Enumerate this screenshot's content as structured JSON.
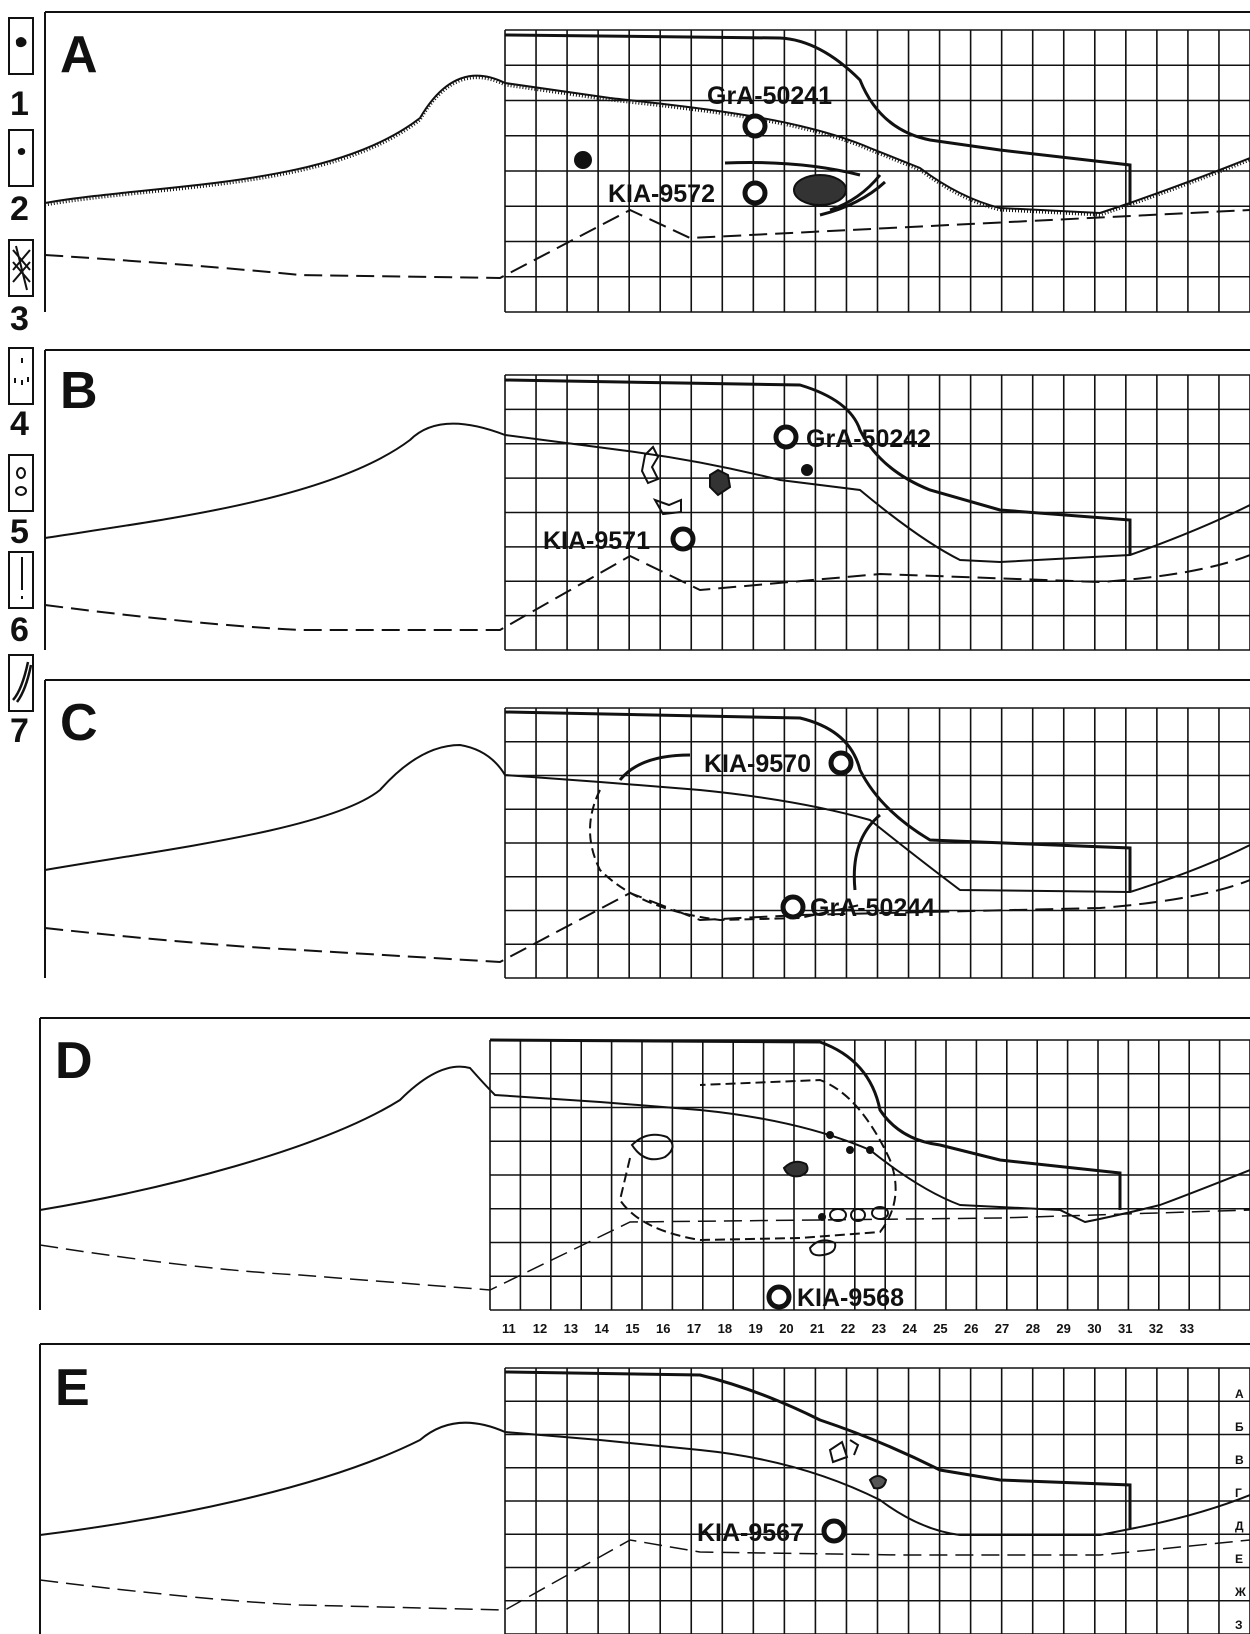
{
  "panels": [
    {
      "id": "A",
      "label": "A"
    },
    {
      "id": "B",
      "label": "B"
    },
    {
      "id": "C",
      "label": "C"
    },
    {
      "id": "D",
      "label": "D"
    },
    {
      "id": "E",
      "label": "E"
    }
  ],
  "legend": {
    "numbers": [
      "1",
      "2",
      "3",
      "4",
      "5",
      "6",
      "7"
    ],
    "items": [
      {
        "number": "1",
        "icon": "dark-spot-icon"
      },
      {
        "number": "2",
        "icon": "small-bone-icon"
      },
      {
        "number": "3",
        "icon": "crosshatch-icon"
      },
      {
        "number": "4",
        "icon": "scatter-marks-icon"
      },
      {
        "number": "5",
        "icon": "stones-outline-icon"
      },
      {
        "number": "6",
        "icon": "vertical-line-icon"
      },
      {
        "number": "7",
        "icon": "curved-object-icon"
      }
    ]
  },
  "samples": {
    "a1": "GrA-50241",
    "a2": "KIA-9572",
    "b1": "GrA-50242",
    "b2": "KIA-9571",
    "c1": "KIA-9570",
    "c2": "GrA-50244",
    "d1": "KIA-9568",
    "e1": "KIA-9567"
  },
  "grid_columns": [
    "11",
    "12",
    "13",
    "14",
    "15",
    "16",
    "17",
    "18",
    "19",
    "20",
    "21",
    "22",
    "23",
    "24",
    "25",
    "26",
    "27",
    "28",
    "29",
    "30",
    "31",
    "32",
    "33"
  ],
  "grid_rows": [
    "А",
    "Б",
    "В",
    "Г",
    "Д",
    "Е",
    "Ж",
    "З"
  ],
  "colors": {
    "ink": "#111111",
    "background": "#ffffff"
  }
}
